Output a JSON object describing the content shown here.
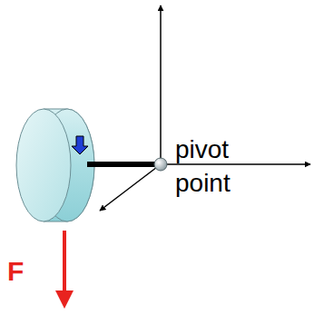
{
  "diagram": {
    "labels": [
      "pivot",
      "point",
      "F"
    ]
  }
}
